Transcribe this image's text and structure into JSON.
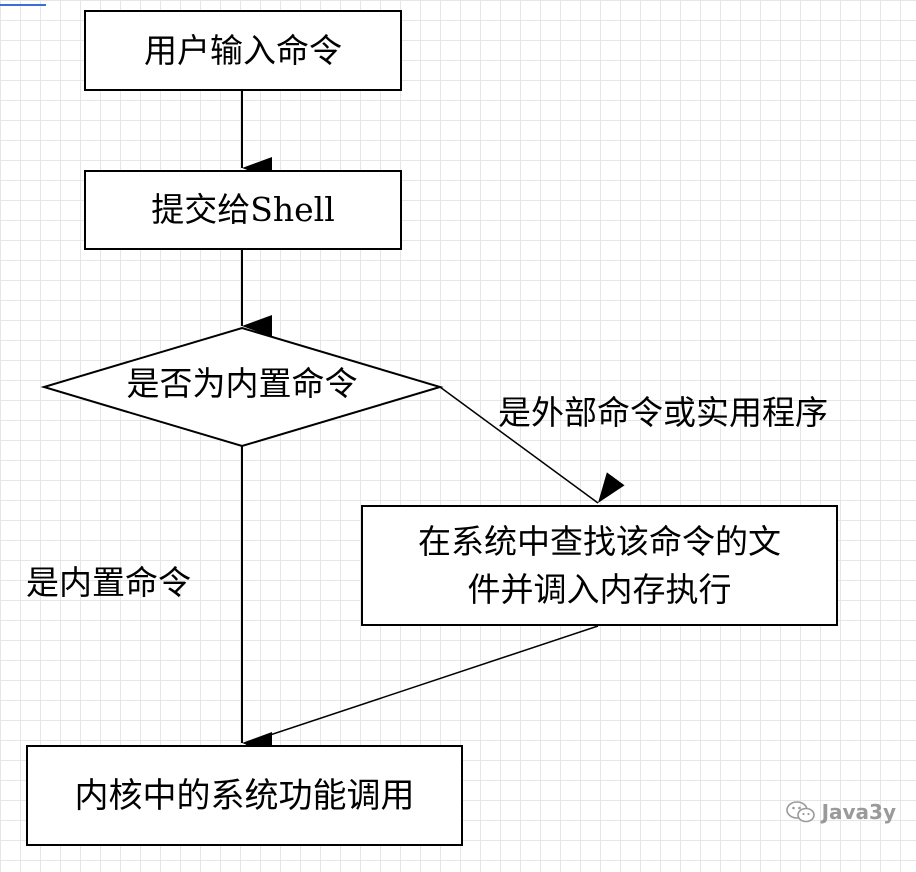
{
  "nodes": {
    "user_input": "用户输入命令",
    "submit_shell": "提交给Shell",
    "decision": "是否为内置命令",
    "search_file_line1": "在系统中查找该命令的文",
    "search_file_line2": "件并调入内存执行",
    "kernel_call": "内核中的系统功能调用"
  },
  "edges": {
    "external_label": "是外部命令或实用程序",
    "builtin_label": "是内置命令"
  },
  "watermark": {
    "text": "Java3y",
    "icon": "wechat-icon"
  },
  "colors": {
    "grid": "#e6e6e6",
    "line": "#000000",
    "watermark": "#9a9a9a"
  }
}
